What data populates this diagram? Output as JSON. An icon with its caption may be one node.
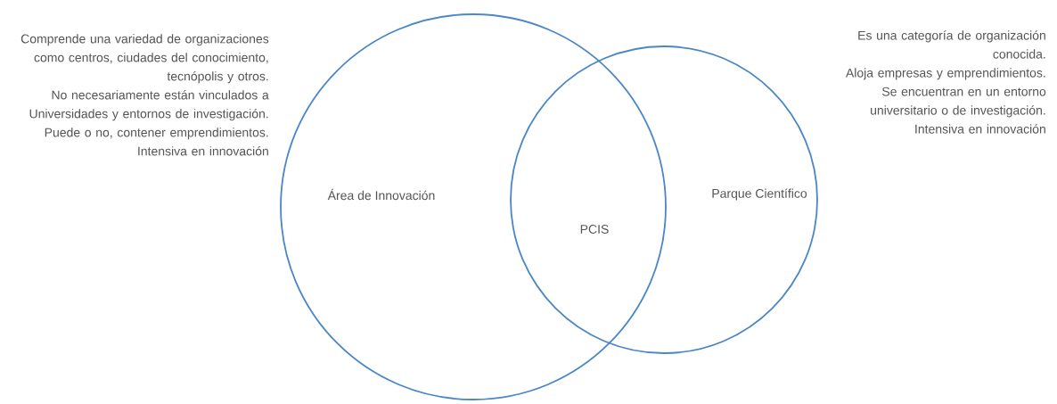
{
  "diagram": {
    "nodes": [
      {
        "text": [
          "Área de Innovación"
        ],
        "beside": [
          "Comprende una variedad de organizaciones como centros, ciudades del conocimiento, tecnópolis y otros.",
          "No necesariamente están vinculados a Universidades y entornos de investigación.",
          "Puede o no, contener emprendimientos.",
          "Intensiva en innovación"
        ]
      },
      {
        "text": [
          "Parque Científico"
        ],
        "beside": [
          "Es una categoría de organización conocida.",
          "Aloja empresas y emprendimientos.",
          "Se encuentran en un entorno universitario o de investigación.",
          "Intensiva en innovación"
        ]
      }
    ],
    "labels": [
      "PCIS"
    ]
  }
}
